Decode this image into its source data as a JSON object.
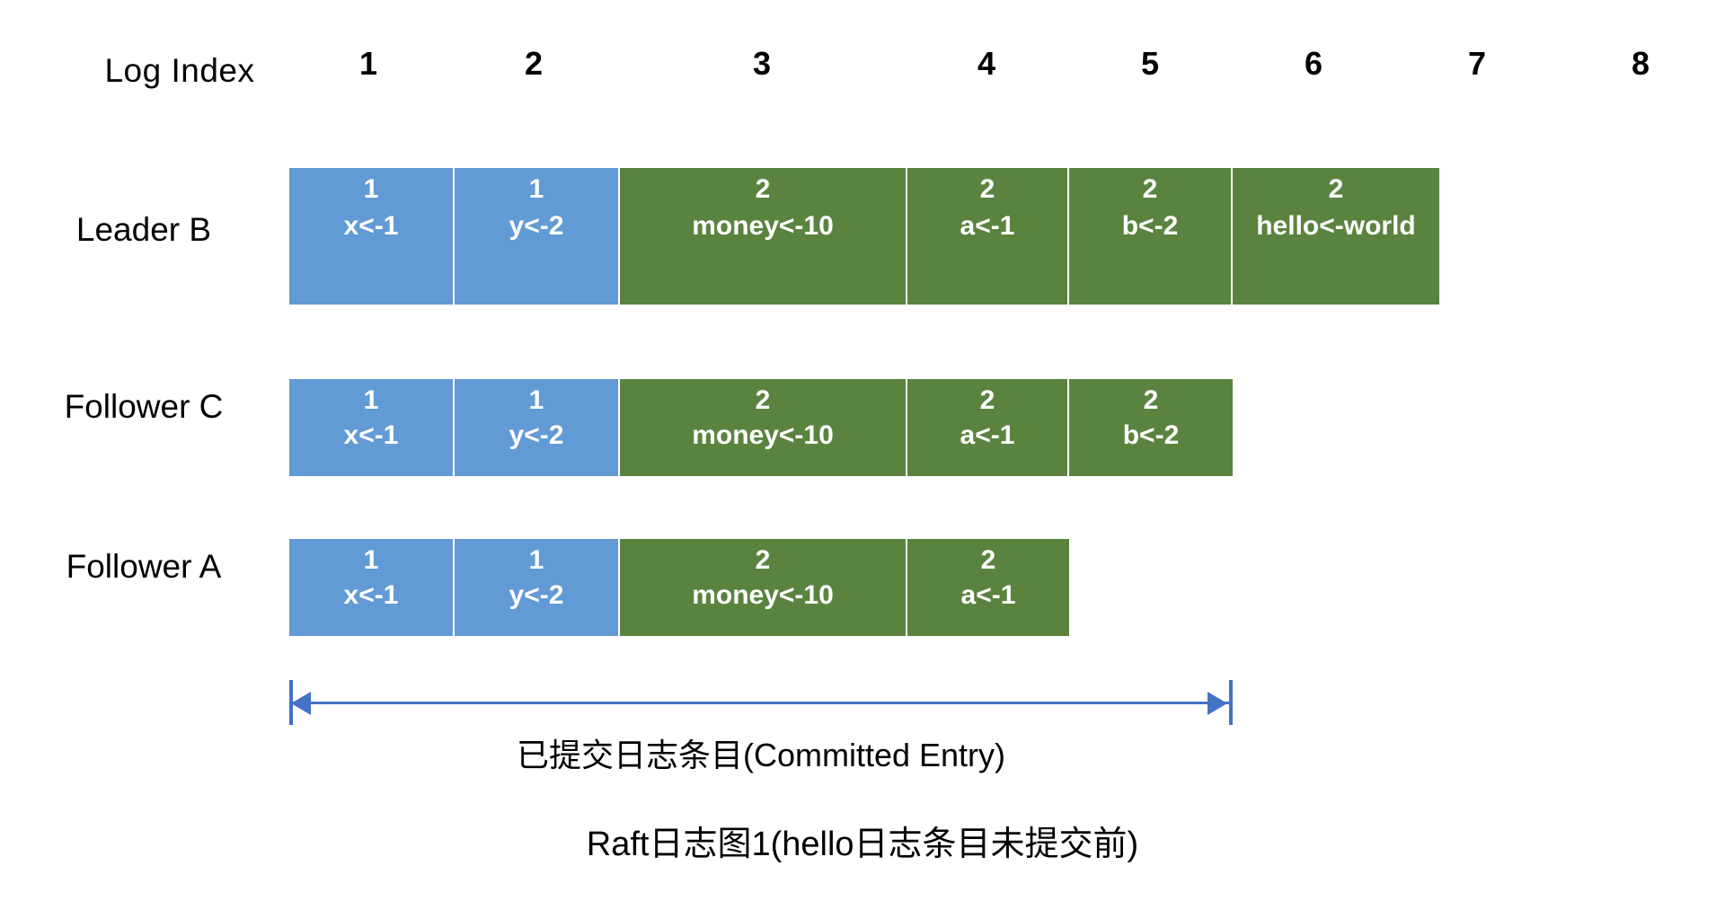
{
  "header": {
    "index_label": "Log Index",
    "indices": [
      "1",
      "2",
      "3",
      "4",
      "5",
      "6",
      "7",
      "8"
    ]
  },
  "colors": {
    "term1": "#629AD5",
    "term2": "#5B8340",
    "arrow": "#4472C4",
    "background": "#FFFFFF",
    "text": "#000000",
    "cell_text": "#FFFFFF"
  },
  "rows": [
    {
      "label": "Leader B",
      "entries": [
        {
          "term": "1",
          "command": "x<-1",
          "color": "blue"
        },
        {
          "term": "1",
          "command": "y<-2",
          "color": "blue"
        },
        {
          "term": "2",
          "command": "money<-10",
          "color": "green"
        },
        {
          "term": "2",
          "command": "a<-1",
          "color": "green"
        },
        {
          "term": "2",
          "command": "b<-2",
          "color": "green"
        },
        {
          "term": "2",
          "command": "hello<-world",
          "color": "green"
        }
      ]
    },
    {
      "label": "Follower C",
      "entries": [
        {
          "term": "1",
          "command": "x<-1",
          "color": "blue"
        },
        {
          "term": "1",
          "command": "y<-2",
          "color": "blue"
        },
        {
          "term": "2",
          "command": "money<-10",
          "color": "green"
        },
        {
          "term": "2",
          "command": "a<-1",
          "color": "green"
        },
        {
          "term": "2",
          "command": "b<-2",
          "color": "green"
        }
      ]
    },
    {
      "label": "Follower A",
      "entries": [
        {
          "term": "1",
          "command": "x<-1",
          "color": "blue"
        },
        {
          "term": "1",
          "command": "y<-2",
          "color": "blue"
        },
        {
          "term": "2",
          "command": "money<-10",
          "color": "green"
        },
        {
          "term": "2",
          "command": "a<-1",
          "color": "green"
        }
      ]
    }
  ],
  "committed": {
    "caption": "已提交日志条目(Committed Entry)"
  },
  "figure": {
    "title": "Raft日志图1(hello日志条目未提交前)"
  }
}
